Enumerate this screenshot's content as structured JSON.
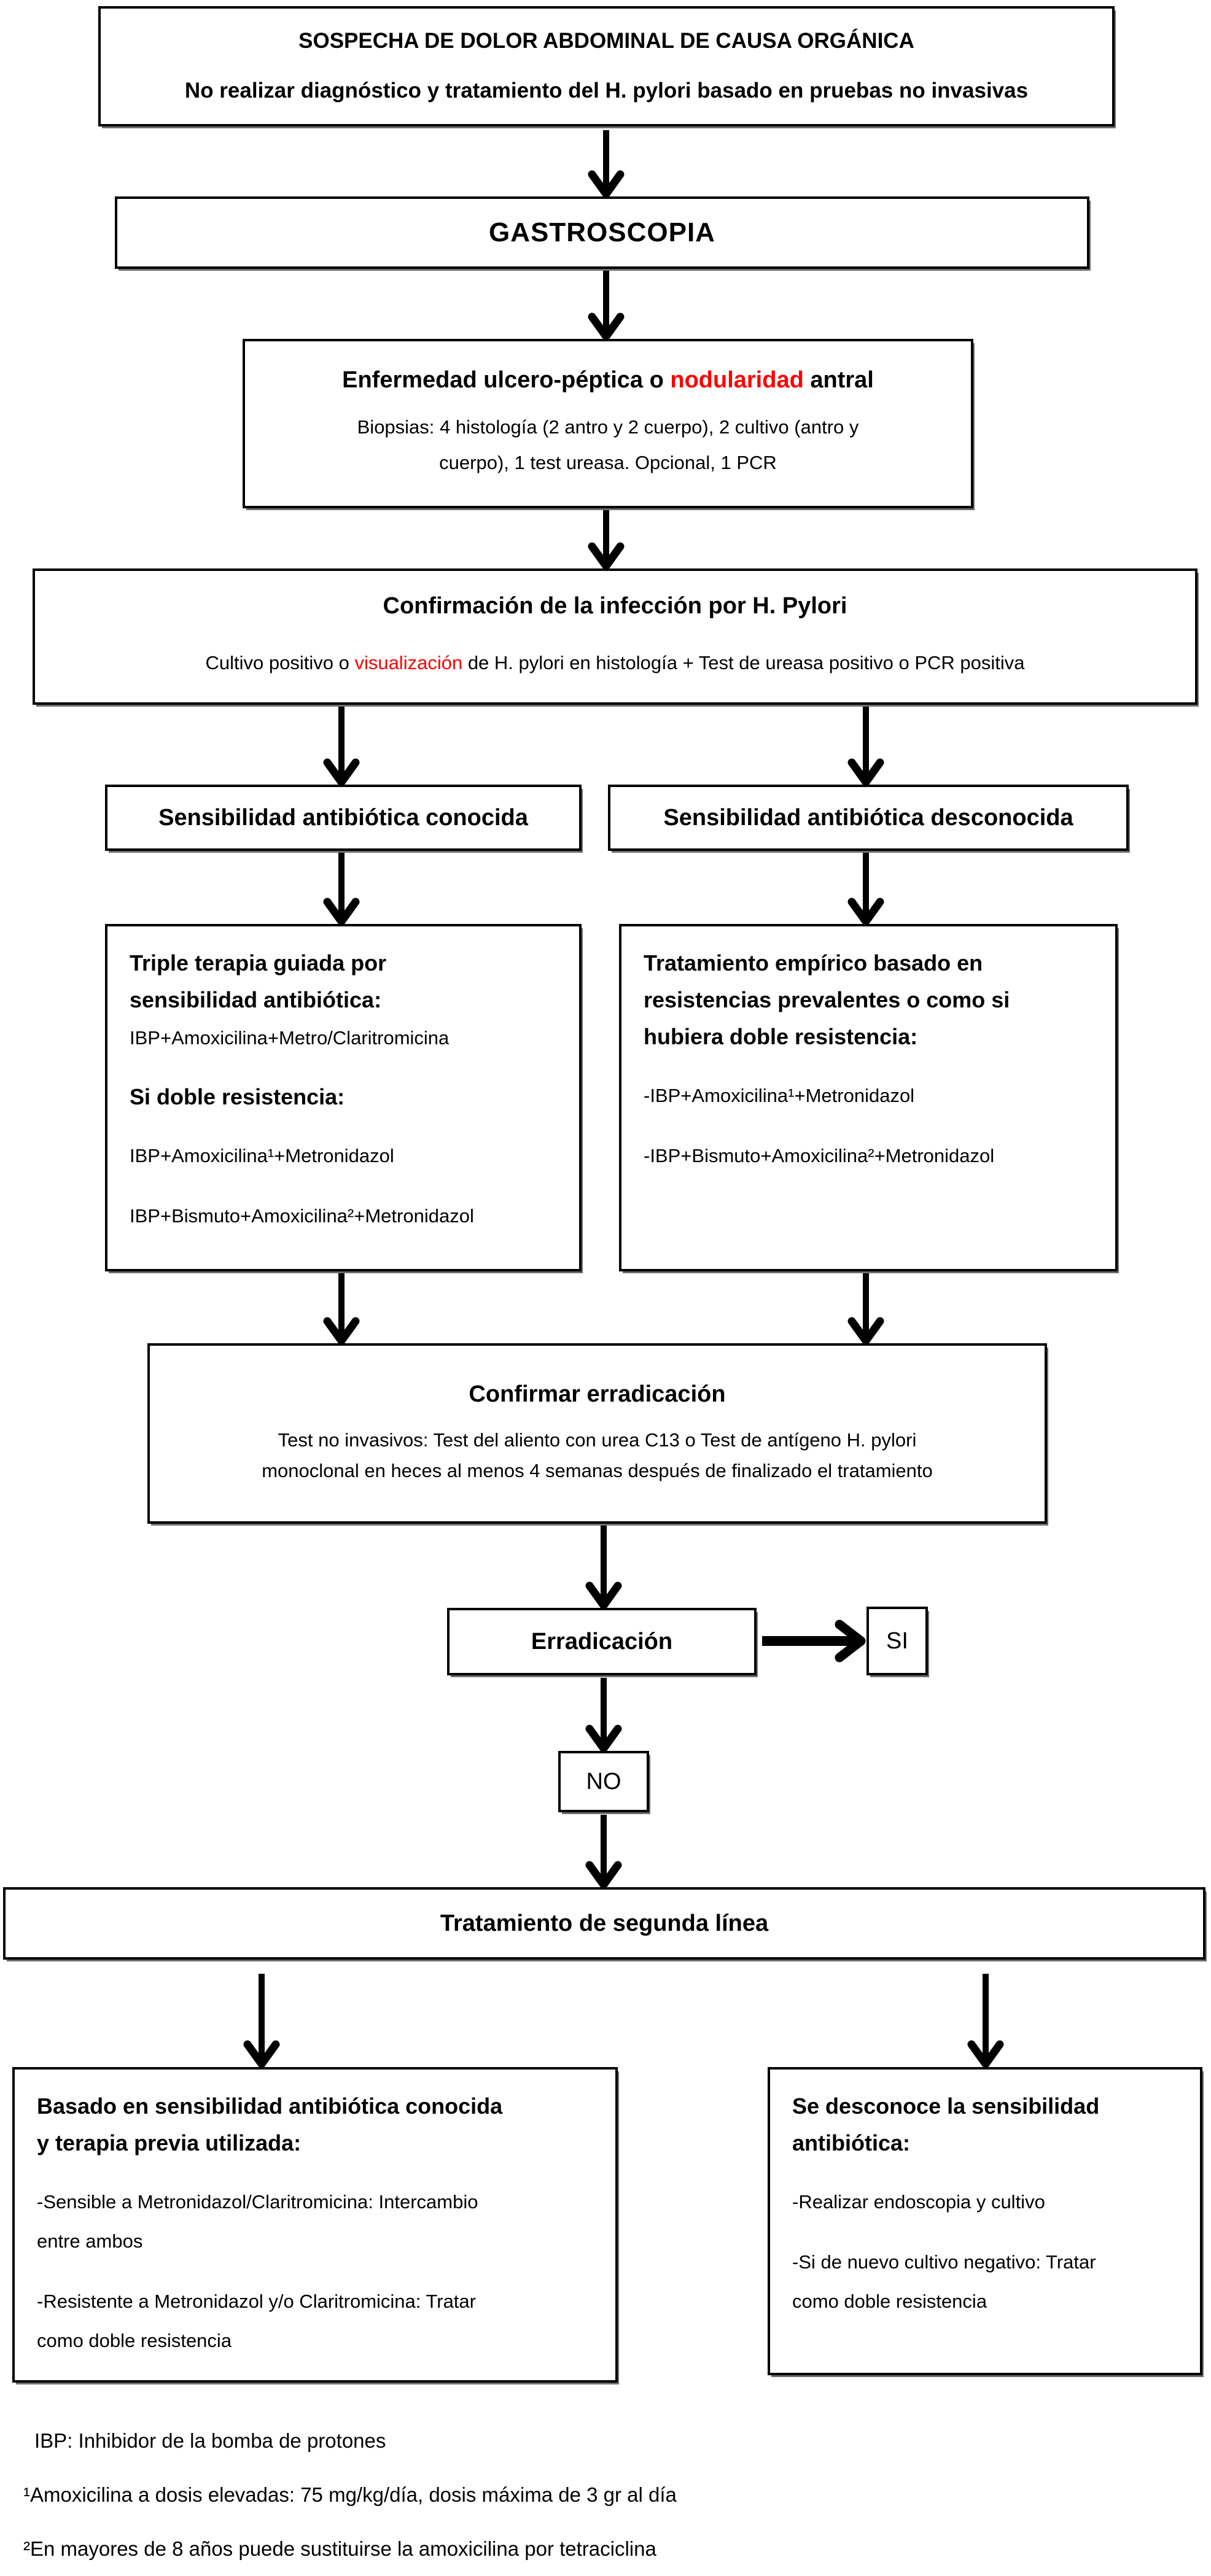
{
  "palette": {
    "accent_red": "#FF0000",
    "line_black": "#000000",
    "background": "#FFFFFF"
  },
  "boxes": {
    "suspicion": {
      "line1": "SOSPECHA DE DOLOR ABDOMINAL DE CAUSA ORGÁNICA",
      "line2": "No realizar diagnóstico y tratamiento del H. pylori basado en pruebas no invasivas"
    },
    "gastroscopy": {
      "title": "GASTROSCOPIA"
    },
    "ulcer": {
      "title_parts": [
        {
          "text": "Enfermedad ulcero-péptica o "
        },
        {
          "text": "nodularidad",
          "color": "red"
        },
        {
          "text": " antral"
        }
      ],
      "body_line1": "Biopsias: 4 histología (2 antro y 2 cuerpo), 2 cultivo (antro y",
      "body_line2": "cuerpo), 1 test ureasa. Opcional, 1 PCR"
    },
    "confirmation": {
      "title": "Confirmación de la infección por H. Pylori",
      "body_parts": [
        {
          "text": "Cultivo positivo o "
        },
        {
          "text": "visualización",
          "color": "red"
        },
        {
          "text": " de H. pylori en histología + Test de ureasa positivo o PCR positiva"
        }
      ]
    },
    "sens_known": {
      "title": "Sensibilidad antibiótica conocida"
    },
    "sens_unknown": {
      "title": "Sensibilidad antibiótica desconocida"
    },
    "guided_therapy": {
      "lines": [
        {
          "text": "Triple terapia guiada por",
          "style": "b"
        },
        {
          "text": "sensibilidad antibiótica:",
          "style": "b"
        },
        {
          "text": "IBP+Amoxicilina+Metro/Claritromicina",
          "style": "n"
        },
        {
          "text": "",
          "style": "gap"
        },
        {
          "text": "Si doble resistencia:",
          "style": "b"
        },
        {
          "text": "",
          "style": "gap"
        },
        {
          "text": "IBP+Amoxicilina¹+Metronidazol",
          "style": "n"
        },
        {
          "text": "",
          "style": "gap"
        },
        {
          "text": "IBP+Bismuto+Amoxicilina²+Metronidazol",
          "style": "n"
        }
      ]
    },
    "empiric_therapy": {
      "lines": [
        {
          "text": "Tratamiento empírico basado en",
          "style": "b"
        },
        {
          "text": "resistencias prevalentes o como si",
          "style": "b"
        },
        {
          "text": "hubiera doble resistencia:",
          "style": "b"
        },
        {
          "text": "",
          "style": "gap"
        },
        {
          "text": "-IBP+Amoxicilina¹+Metronidazol",
          "style": "n"
        },
        {
          "text": "",
          "style": "gap"
        },
        {
          "text": "-IBP+Bismuto+Amoxicilina²+Metronidazol",
          "style": "n"
        }
      ]
    },
    "confirm_eradication": {
      "title": "Confirmar erradicación",
      "body_line1": "Test no invasivos: Test del aliento con urea C13 o Test de antígeno H. pylori",
      "body_line2": "monoclonal en heces al menos 4 semanas después de finalizado el tratamiento"
    },
    "eradication": {
      "title": "Erradicación"
    },
    "yes_node": {
      "label": "SI"
    },
    "no_node": {
      "label": "NO"
    },
    "second_line": {
      "title": "Tratamiento de segunda línea"
    },
    "known_sensitivity_branch": {
      "lines": [
        {
          "text": "Basado en sensibilidad antibiótica conocida",
          "style": "b"
        },
        {
          "text": "y terapia previa utilizada:",
          "style": "b"
        },
        {
          "text": "",
          "style": "gap"
        },
        {
          "text": "-Sensible a Metronidazol/Claritromicina: Intercambio",
          "style": "n"
        },
        {
          "text": "entre ambos",
          "style": "n"
        },
        {
          "text": "",
          "style": "gap"
        },
        {
          "text": "-Resistente a Metronidazol y/o Claritromicina: Tratar",
          "style": "n"
        },
        {
          "text": "como doble resistencia",
          "style": "n"
        }
      ]
    },
    "unknown_sensitivity_branch": {
      "lines": [
        {
          "text": "Se desconoce la sensibilidad",
          "style": "b"
        },
        {
          "text": "antibiótica:",
          "style": "b"
        },
        {
          "text": "",
          "style": "gap"
        },
        {
          "text": "-Realizar endoscopia y cultivo",
          "style": "n"
        },
        {
          "text": "",
          "style": "gap"
        },
        {
          "text": "-Si de nuevo cultivo negativo: Tratar",
          "style": "n"
        },
        {
          "text": "como doble resistencia",
          "style": "n"
        }
      ]
    }
  },
  "footnotes": [
    {
      "text": "IBP: Inhibidor de la bomba de protones",
      "style": "indent"
    },
    {
      "text": "¹Amoxicilina a dosis elevadas: 75 mg/kg/día, dosis máxima de 3 gr al día",
      "style": "n"
    },
    {
      "text": "²En mayores de 8 años puede sustituirse la amoxicilina por tetraciclina",
      "style": "n"
    }
  ]
}
